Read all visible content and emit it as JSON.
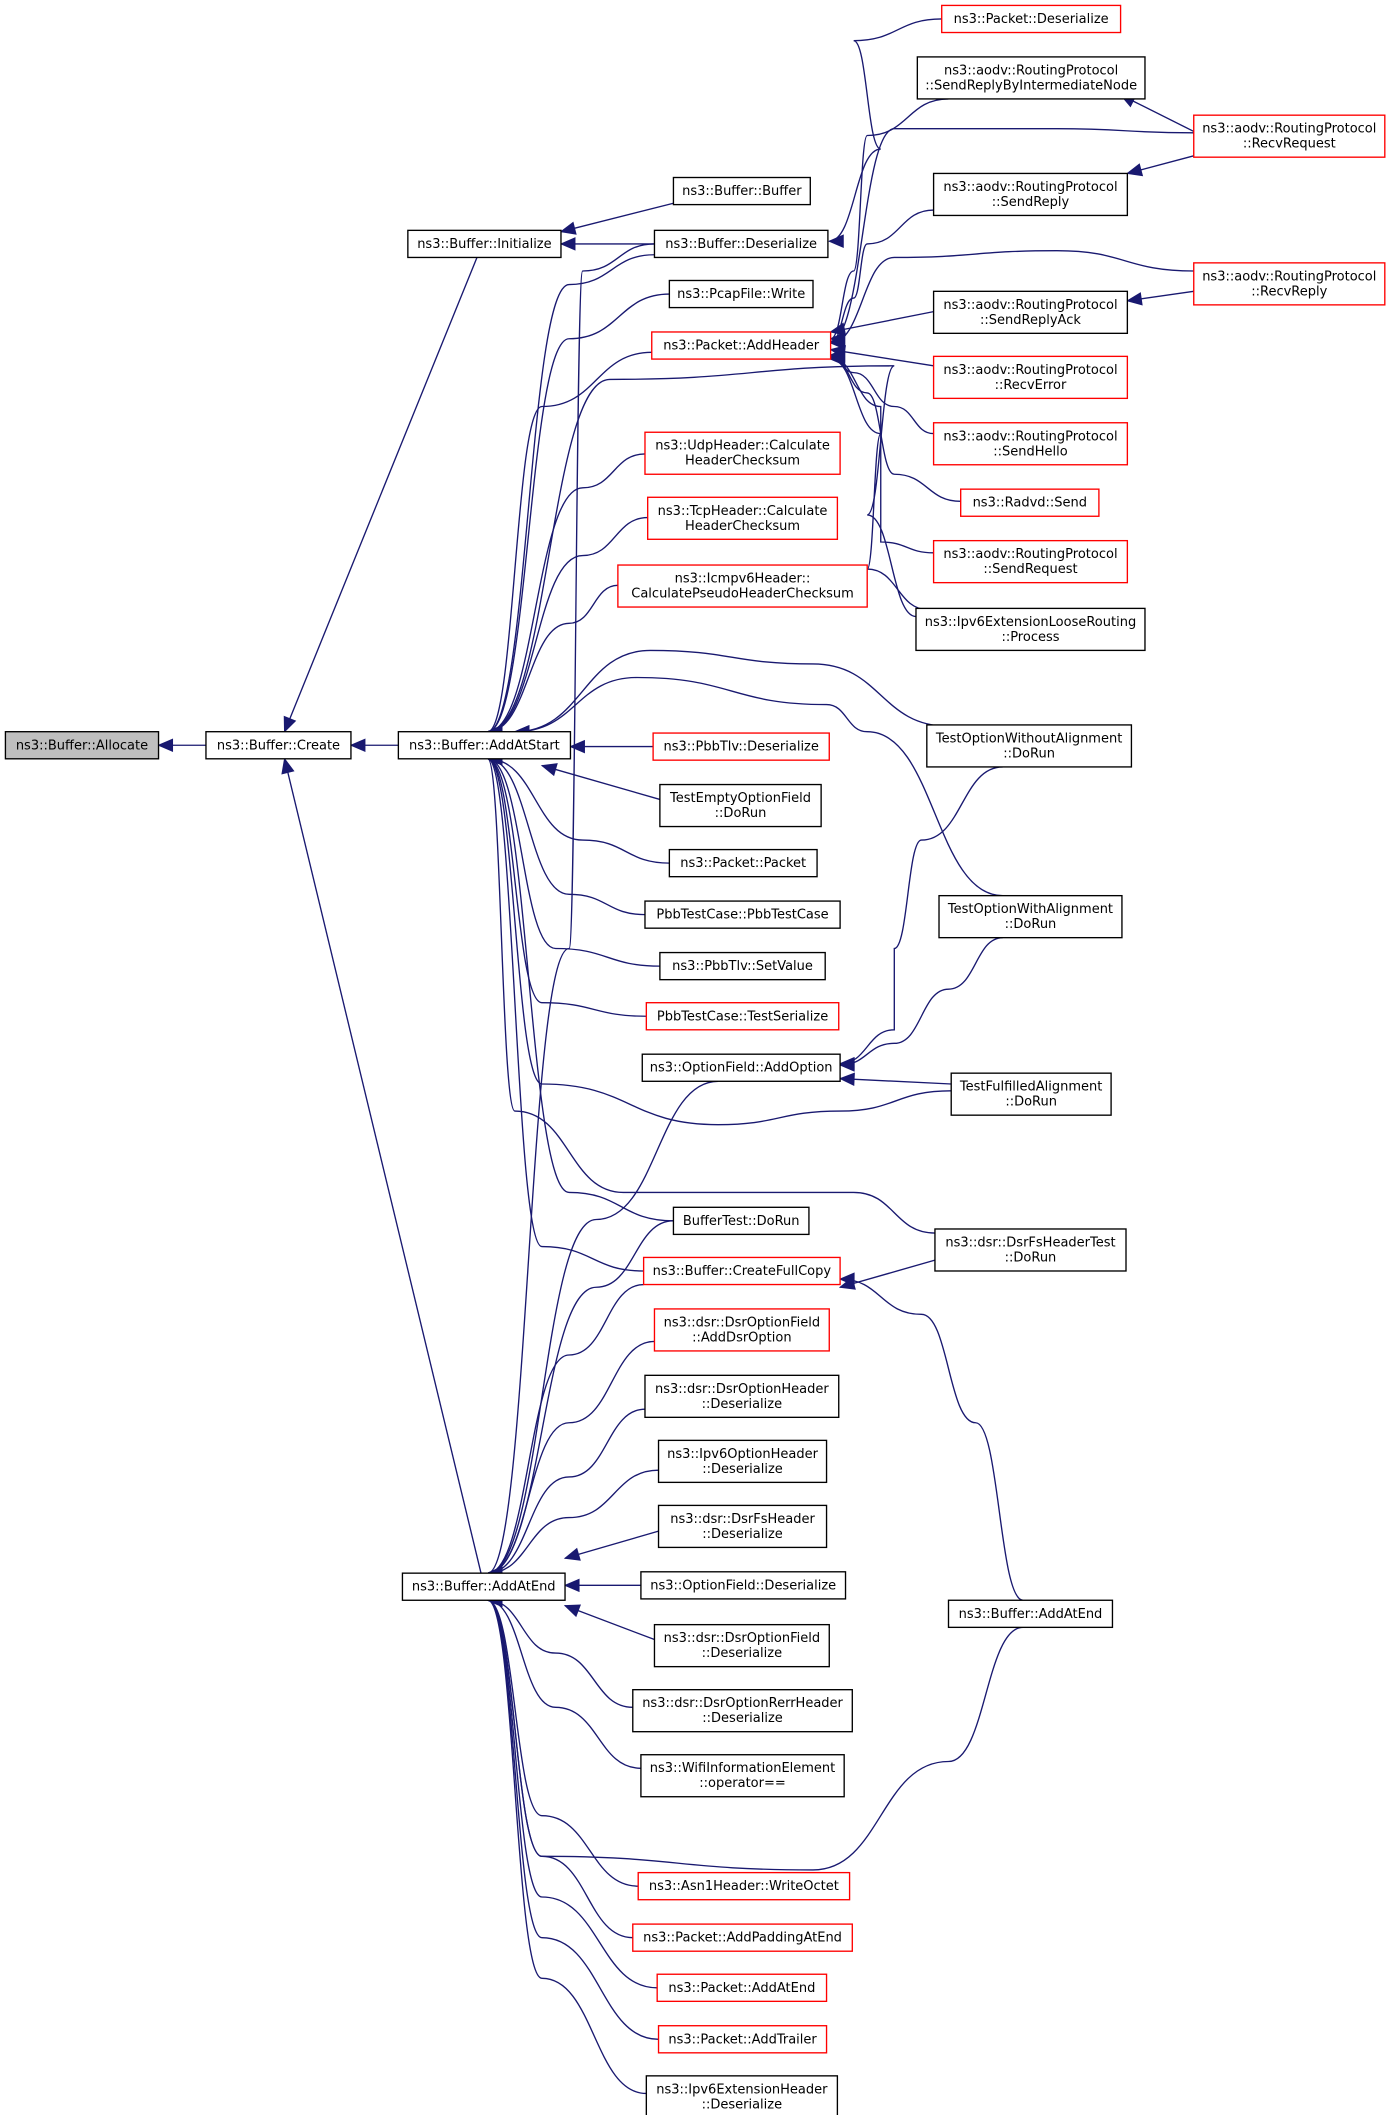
{
  "nodes": {
    "allocate": {
      "lines": [
        "ns3::Buffer::Allocate"
      ]
    },
    "create": {
      "lines": [
        "ns3::Buffer::Create"
      ]
    },
    "initialize": {
      "lines": [
        "ns3::Buffer::Initialize"
      ]
    },
    "addAtStart": {
      "lines": [
        "ns3::Buffer::AddAtStart"
      ]
    },
    "addAtEnd": {
      "lines": [
        "ns3::Buffer::AddAtEnd"
      ]
    },
    "buffer": {
      "lines": [
        "ns3::Buffer::Buffer"
      ]
    },
    "bufDeserialize": {
      "lines": [
        "ns3::Buffer::Deserialize"
      ]
    },
    "pcapWrite": {
      "lines": [
        "ns3::PcapFile::Write"
      ]
    },
    "pktAddHeader": {
      "lines": [
        "ns3::Packet::AddHeader"
      ]
    },
    "udpChecksum": {
      "lines": [
        "ns3::UdpHeader::Calculate",
        "HeaderChecksum"
      ]
    },
    "tcpChecksum": {
      "lines": [
        "ns3::TcpHeader::Calculate",
        "HeaderChecksum"
      ]
    },
    "icmpChecksum": {
      "lines": [
        "ns3::Icmpv6Header::",
        "CalculatePseudoHeaderChecksum"
      ]
    },
    "pbbTlvDeser": {
      "lines": [
        "ns3::PbbTlv::Deserialize"
      ]
    },
    "testEmptyOpt": {
      "lines": [
        "TestEmptyOptionField",
        "::DoRun"
      ]
    },
    "pktPacket": {
      "lines": [
        "ns3::Packet::Packet"
      ]
    },
    "pbbTestCase": {
      "lines": [
        "PbbTestCase::PbbTestCase"
      ]
    },
    "pbbTlvSet": {
      "lines": [
        "ns3::PbbTlv::SetValue"
      ]
    },
    "pbbTestSer": {
      "lines": [
        "PbbTestCase::TestSerialize"
      ]
    },
    "optAddOption": {
      "lines": [
        "ns3::OptionField::AddOption"
      ]
    },
    "bufferTest": {
      "lines": [
        "BufferTest::DoRun"
      ]
    },
    "createFullCopy": {
      "lines": [
        "ns3::Buffer::CreateFullCopy"
      ]
    },
    "dsrAddOpt": {
      "lines": [
        "ns3::dsr::DsrOptionField",
        "::AddDsrOption"
      ]
    },
    "dsrOptHdr": {
      "lines": [
        "ns3::dsr::DsrOptionHeader",
        "::Deserialize"
      ]
    },
    "ipv6OptHdr": {
      "lines": [
        "ns3::Ipv6OptionHeader",
        "::Deserialize"
      ]
    },
    "dsrFsHdr": {
      "lines": [
        "ns3::dsr::DsrFsHeader",
        "::Deserialize"
      ]
    },
    "optDeser": {
      "lines": [
        "ns3::OptionField::Deserialize"
      ]
    },
    "dsrOptField": {
      "lines": [
        "ns3::dsr::DsrOptionField",
        "::Deserialize"
      ]
    },
    "dsrRerr": {
      "lines": [
        "ns3::dsr::DsrOptionRerrHeader",
        "::Deserialize"
      ]
    },
    "wifiInfo": {
      "lines": [
        "ns3::WifiInformationElement",
        "::operator=="
      ]
    },
    "asn1": {
      "lines": [
        "ns3::Asn1Header::WriteOctet"
      ]
    },
    "pktPadding": {
      "lines": [
        "ns3::Packet::AddPaddingAtEnd"
      ]
    },
    "pktAddAtEnd": {
      "lines": [
        "ns3::Packet::AddAtEnd"
      ]
    },
    "pktTrailer": {
      "lines": [
        "ns3::Packet::AddTrailer"
      ]
    },
    "ipv6ExtHdr": {
      "lines": [
        "ns3::Ipv6ExtensionHeader",
        "::Deserialize"
      ]
    },
    "pktDeser": {
      "lines": [
        "ns3::Packet::Deserialize"
      ]
    },
    "aodvSendReplyInter": {
      "lines": [
        "ns3::aodv::RoutingProtocol",
        "::SendReplyByIntermediateNode"
      ]
    },
    "aodvSendReply": {
      "lines": [
        "ns3::aodv::RoutingProtocol",
        "::SendReply"
      ]
    },
    "aodvSendReplyAck": {
      "lines": [
        "ns3::aodv::RoutingProtocol",
        "::SendReplyAck"
      ]
    },
    "aodvRecvError": {
      "lines": [
        "ns3::aodv::RoutingProtocol",
        "::RecvError"
      ]
    },
    "aodvSendHello": {
      "lines": [
        "ns3::aodv::RoutingProtocol",
        "::SendHello"
      ]
    },
    "radvdSend": {
      "lines": [
        "ns3::Radvd::Send"
      ]
    },
    "aodvSendRequest": {
      "lines": [
        "ns3::aodv::RoutingProtocol",
        "::SendRequest"
      ]
    },
    "ipv6LooseRouting": {
      "lines": [
        "ns3::Ipv6ExtensionLooseRouting",
        "::Process"
      ]
    },
    "testOptWithout": {
      "lines": [
        "TestOptionWithoutAlignment",
        "::DoRun"
      ]
    },
    "testOptWith": {
      "lines": [
        "TestOptionWithAlignment",
        "::DoRun"
      ]
    },
    "testFulfilled": {
      "lines": [
        "TestFulfilledAlignment",
        "::DoRun"
      ]
    },
    "dsrFsTest": {
      "lines": [
        "ns3::dsr::DsrFsHeaderTest",
        "::DoRun"
      ]
    },
    "bufAddAtEnd2": {
      "lines": [
        "ns3::Buffer::AddAtEnd"
      ]
    },
    "aodvRecvRequest": {
      "lines": [
        "ns3::aodv::RoutingProtocol",
        "::RecvRequest"
      ]
    },
    "aodvRecvReply": {
      "lines": [
        "ns3::aodv::RoutingProtocol",
        "::RecvReply"
      ]
    }
  },
  "colors": {
    "edge": "#191970",
    "red_border": "#ff0000",
    "focus_fill": "#bfbfbf"
  }
}
